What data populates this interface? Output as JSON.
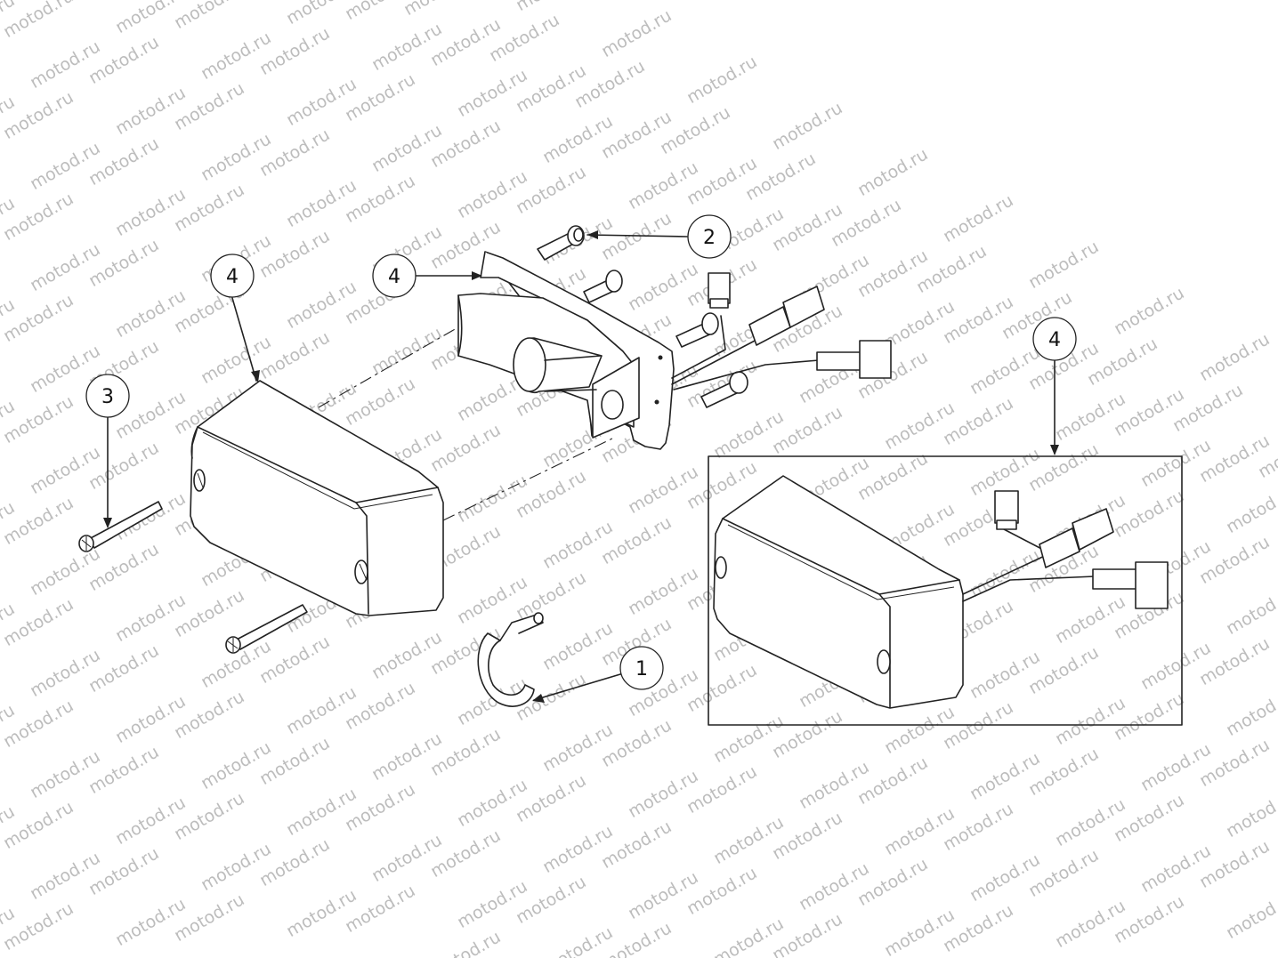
{
  "watermark": "motod.ru",
  "colors": {
    "line": "#222222",
    "watermark": "#bdbdbd",
    "background": "#ffffff"
  },
  "callouts": [
    {
      "id": "c1",
      "label": "1"
    },
    {
      "id": "c2",
      "label": "2"
    },
    {
      "id": "c3",
      "label": "3"
    },
    {
      "id": "c4a",
      "label": "4"
    },
    {
      "id": "c4b",
      "label": "4"
    },
    {
      "id": "c4c",
      "label": "4"
    }
  ]
}
